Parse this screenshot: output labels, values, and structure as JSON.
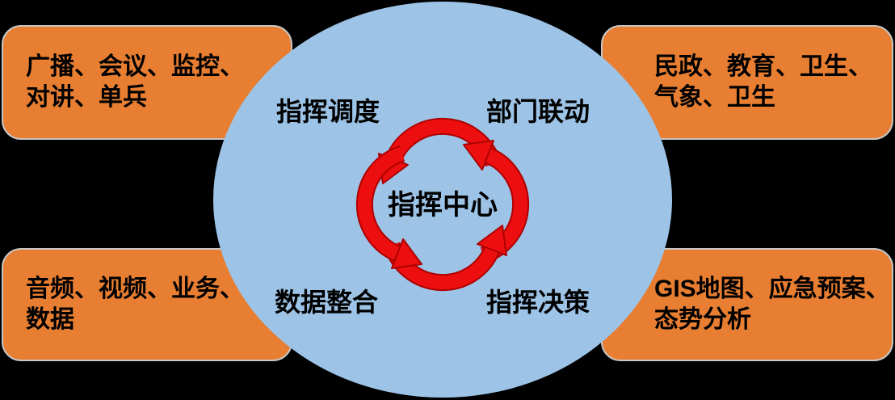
{
  "diagram": {
    "title_center": "指挥中心",
    "quadrants": {
      "top_left": "指挥调度",
      "top_right": "部门联动",
      "bottom_left": "数据整合",
      "bottom_right": "指挥决策"
    },
    "boxes": {
      "top_left": {
        "line1": "广播、会议、监控、",
        "line2": "对讲、单兵"
      },
      "top_right": {
        "line1": "民政、教育、卫生、",
        "line2": "气象、卫生"
      },
      "bottom_left": {
        "line1": "音频、视频、业务、",
        "line2": "数据"
      },
      "bottom_right": {
        "line1": "GIS地图、应急预案、",
        "line2": "态势分析"
      }
    },
    "icons": {
      "cycle_arrows": "counterclockwise-cycle-arrows-icon"
    },
    "colors": {
      "background": "#000000",
      "box_orange": "#E87E31",
      "box_border": "#C6C6C6",
      "ellipse_blue": "#9DC3E6",
      "arrow_red": "#ED0F0F",
      "arrow_red_dark": "#AD0000",
      "text": "#000000"
    }
  }
}
